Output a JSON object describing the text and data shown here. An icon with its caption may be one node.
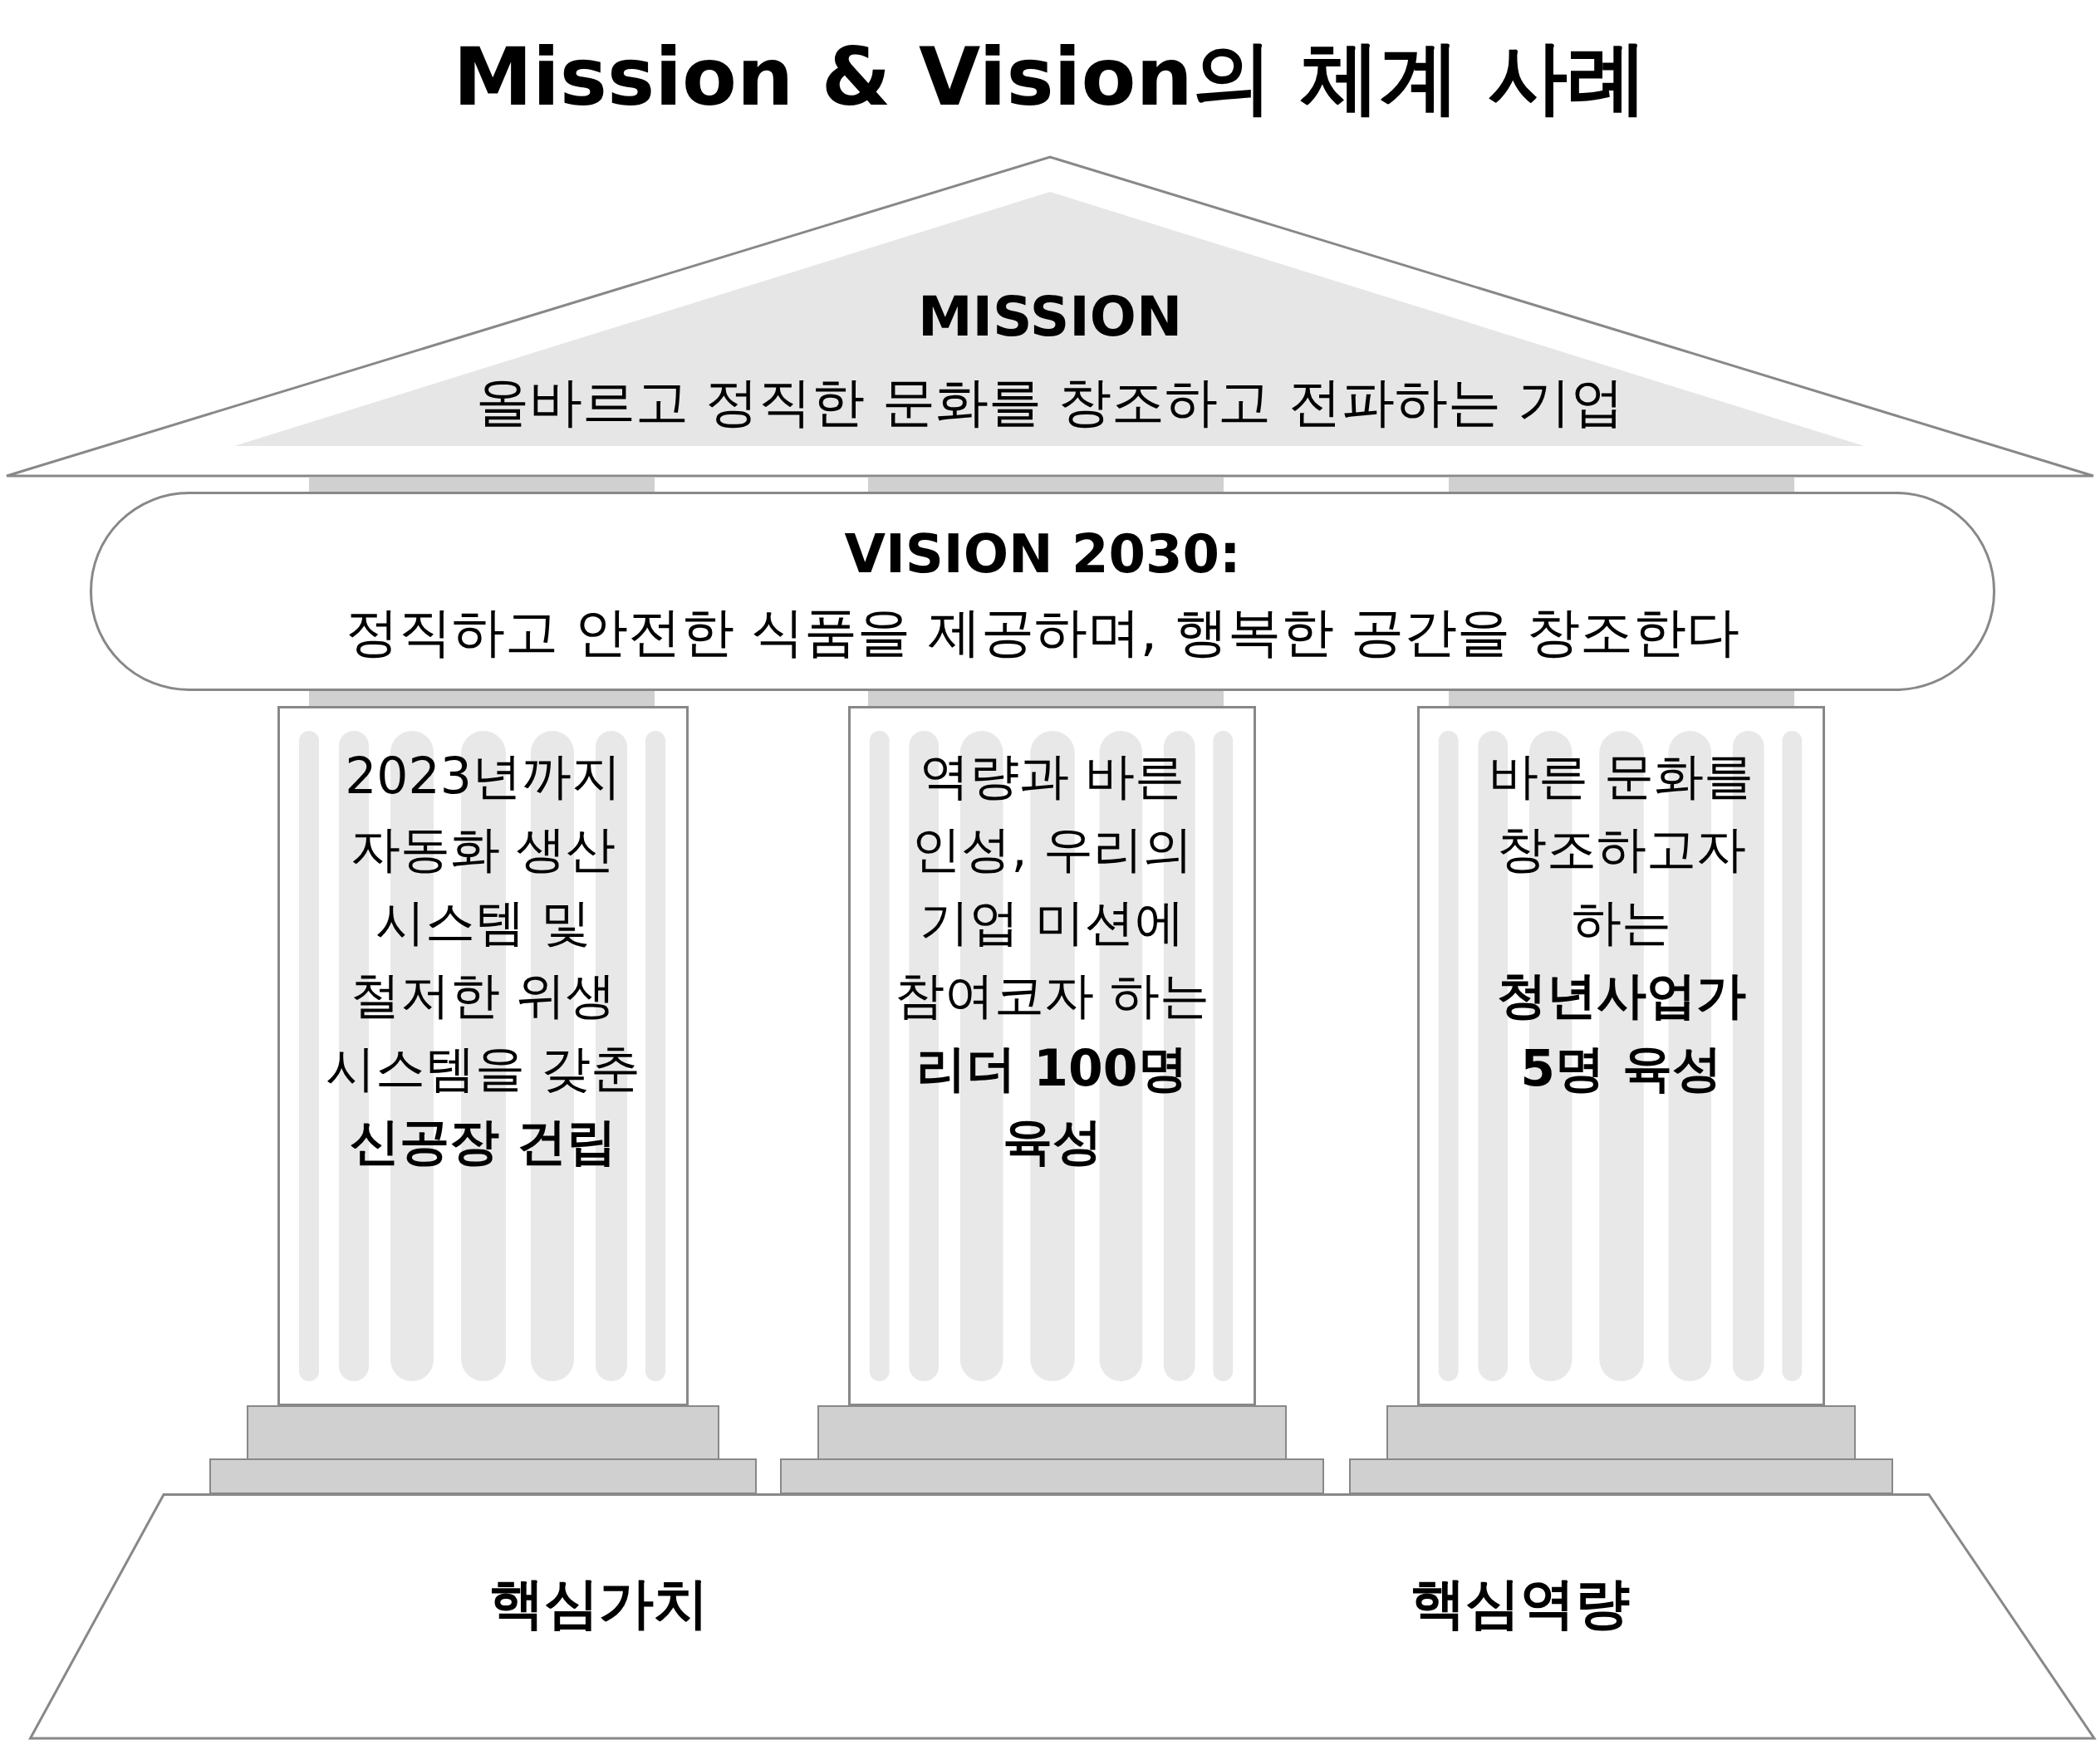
{
  "diagram": {
    "title": "Mission & Vision의 체계 사례",
    "nodes": [
      {
        "text": [
          "MISSION",
          "올바르고 정직한 문화를 창조하고 전파하는 기업"
        ]
      },
      {
        "text": [
          "VISION 2030:",
          "정직하고 안전한 식품을 제공하며, 행복한 공간을 창조한다"
        ]
      },
      {
        "text": [
          "2023년까지 자동화 생산 시스템 및 철저한 위생 시스템을 갖춘 **신공장 건립**"
        ]
      },
      {
        "text": [
          "역량과 바른 인성, 우리의 기업 미션에 참여코자 하는 **리더 100명 육성**"
        ]
      },
      {
        "text": [
          "바른 문화를 창조하고자 하는 **청년사업가 5명 육성**"
        ]
      },
      {
        "text": [
          "핵심가치",
          "핵심역량"
        ]
      }
    ]
  }
}
